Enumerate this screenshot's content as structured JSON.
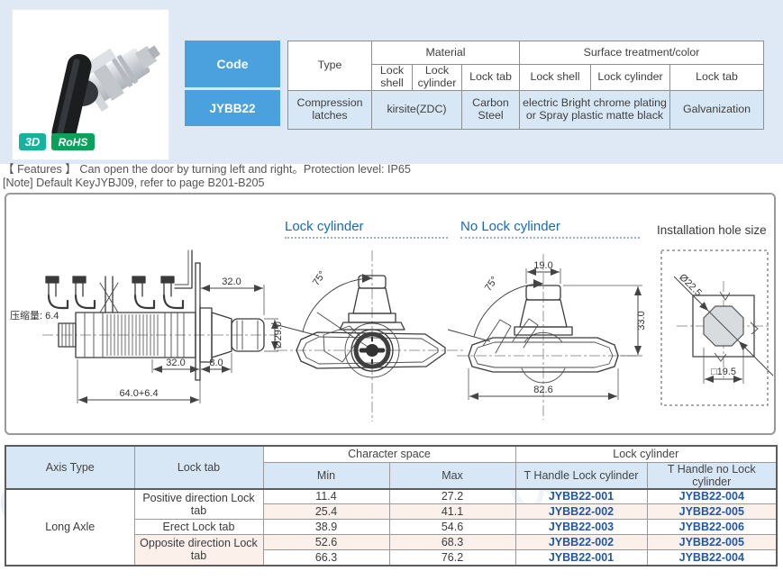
{
  "colors": {
    "band_blue": "#dee9f5",
    "header_blue": "#4ba1dd",
    "cell_light_blue": "#d7e7f6",
    "row_pink": "#fbf0ea",
    "part_number_blue": "#2057a7",
    "title_blue": "#1b69b5",
    "badge_3d_teal": "#17b29e",
    "badge_rohs_green": "#0ba15b"
  },
  "product": {
    "badge_3d": "3D",
    "badge_rohs": "RoHS"
  },
  "spec_table": {
    "code_header": "Code",
    "type_header": "Type",
    "material_header": "Material",
    "surface_header": "Surface treatment/color",
    "material_cols": [
      "Lock shell",
      "Lock cylinder",
      "Lock tab"
    ],
    "surface_cols": [
      "Lock shell",
      "Lock cylinder",
      "Lock tab"
    ],
    "row": {
      "code": "JYBB22",
      "type": "Compression latches",
      "material_shell_cylinder": "kirsite(ZDC)",
      "material_tab": "Carbon Steel",
      "surface_shell_cylinder": "electric Bright chrome plating or Spray plastic matte black",
      "surface_tab": "Galvanization"
    }
  },
  "features": {
    "line1": "【 Features 】 Can open the door by turning left and right。Protection level: IP65",
    "line2": "[Note] Default KeyJYBJ09, refer to page B201-B205"
  },
  "drawings": {
    "left": {
      "compression": "压缩量: 6.4",
      "dim_front": "32.0",
      "dim_dia": "Ø29.0",
      "dim_body": "32.0",
      "dim_back": "8.0",
      "dim_overall": "64.0+6.4"
    },
    "lock": {
      "title": "Lock cylinder",
      "angle": "75°"
    },
    "nolock": {
      "title": "No Lock cylinder",
      "angle": "75°",
      "dim_tip": "19.0",
      "dim_height": "33.0",
      "dim_width": "82.6"
    },
    "hole": {
      "title": "Installation hole size",
      "dim_dia": "Ø22.5",
      "dim_square": "□19.5"
    }
  },
  "part_table": {
    "axis_header": "Axis Type",
    "tab_header": "Lock tab",
    "space_header": "Character space",
    "min_header": "Min",
    "max_header": "Max",
    "cylinder_header": "Lock cylinder",
    "t_handle_header": "T Handle Lock cylinder",
    "t_handle_no_header": "T Handle no Lock cylinder",
    "axis_value": "Long Axle",
    "tabs": [
      "Positive direction Lock tab",
      "Erect  Lock tab",
      "Opposite direction Lock tab"
    ],
    "rows": [
      {
        "min": "11.4",
        "max": "27.2",
        "with_cyl": "JYBB22-001",
        "no_cyl": "JYBB22-004"
      },
      {
        "min": "25.4",
        "max": "41.1",
        "with_cyl": "JYBB22-002",
        "no_cyl": "JYBB22-005"
      },
      {
        "min": "38.9",
        "max": "54.6",
        "with_cyl": "JYBB22-003",
        "no_cyl": "JYBB22-006"
      },
      {
        "min": "52.6",
        "max": "68.3",
        "with_cyl": "JYBB22-002",
        "no_cyl": "JYBB22-005"
      },
      {
        "min": "66.3",
        "max": "76.2",
        "with_cyl": "JYBB22-001",
        "no_cyl": "JYBB22-004"
      }
    ]
  }
}
